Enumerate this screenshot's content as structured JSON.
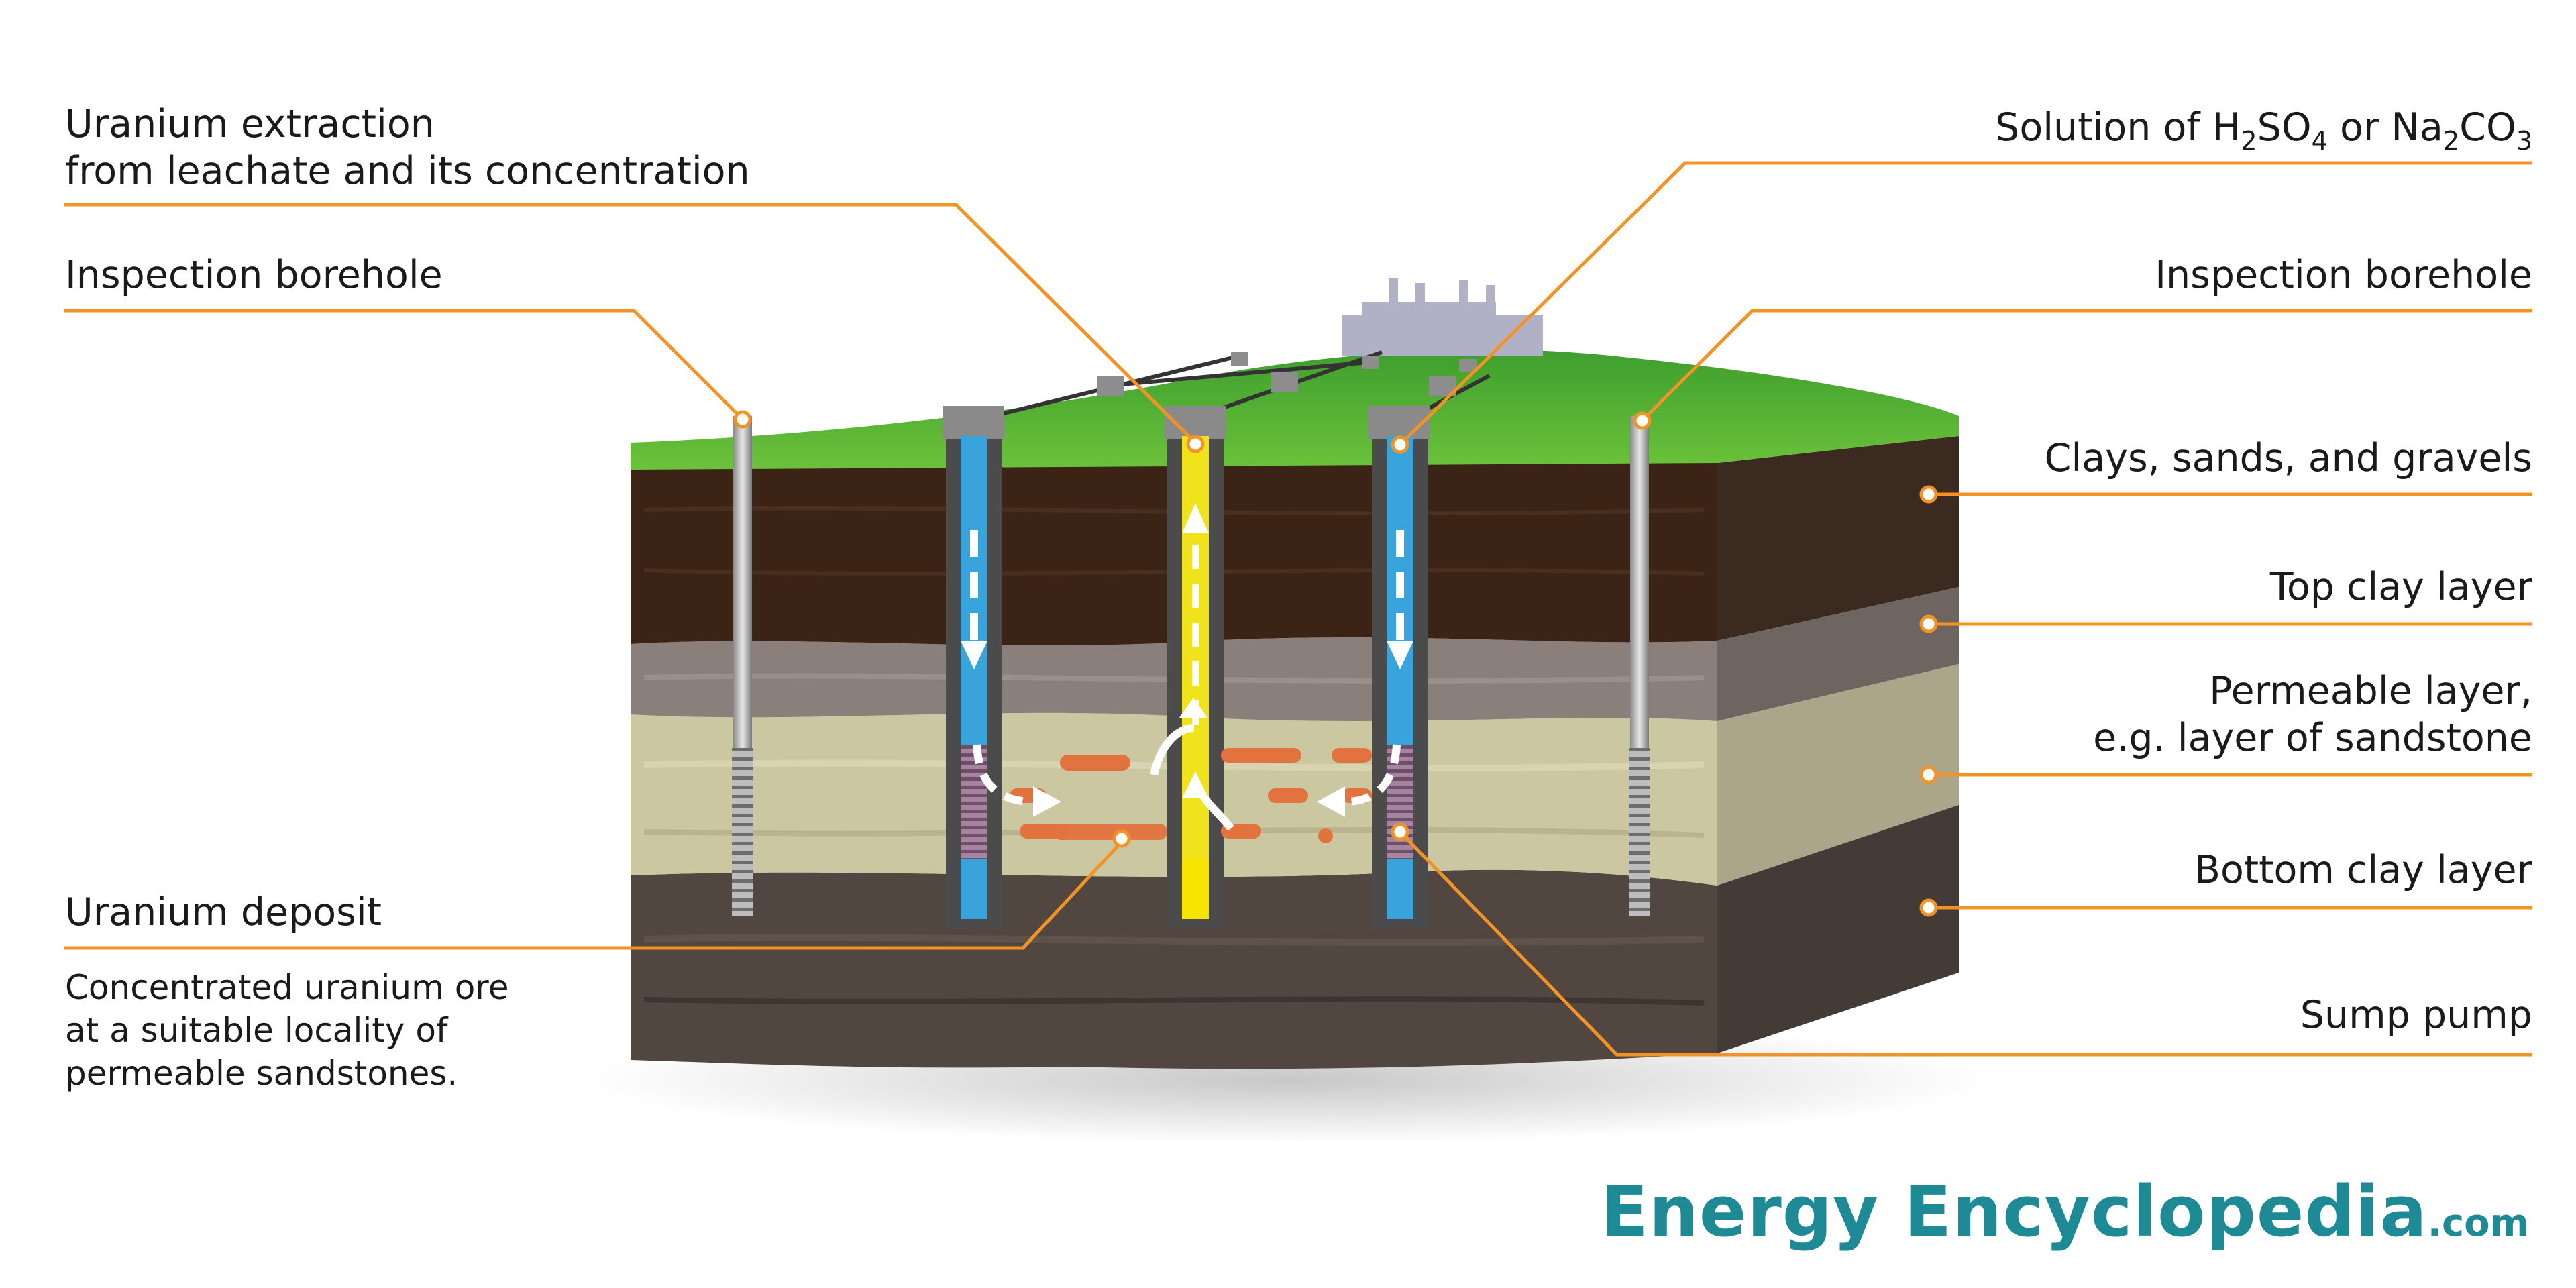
{
  "labels": {
    "extraction": {
      "line1": "Uranium extraction",
      "line2": "from leachate and its concentration"
    },
    "inspection_left": "Inspection borehole",
    "uranium_deposit": "Uranium deposit",
    "deposit_description": "Concentrated uranium ore\nat a suitable locality of\npermeable sandstones.",
    "solution": {
      "prefix": "Solution of H",
      "s1": "2",
      "mid1": "SO",
      "s2": "4",
      "mid2": " or Na",
      "s3": "2",
      "mid3": "CO",
      "s4": "3"
    },
    "inspection_right": "Inspection borehole",
    "clays": "Clays, sands, and gravels",
    "top_clay": "Top clay layer",
    "permeable": {
      "line1": "Permeable layer,",
      "line2": "e.g. layer of sandstone"
    },
    "bottom_clay": "Bottom clay layer",
    "sump_pump": "Sump pump"
  },
  "brand": {
    "main": "Energy Encyclopedia",
    "tld": ".com"
  },
  "colors": {
    "leader": "#f39325",
    "grass": "#5cb531",
    "topsoil": "#3b2415",
    "top_clay": "#8a7f7b",
    "sandstone": "#cbc7a0",
    "bottom_clay": "#524740",
    "injection_pipe": "#39a3dc",
    "extraction_pipe": "#f0e21b",
    "ore": "#e2733e",
    "brand": "#1e8a96"
  },
  "icons": [
    "processing-plant-icon",
    "borehole-icon",
    "flow-arrow-icon"
  ]
}
